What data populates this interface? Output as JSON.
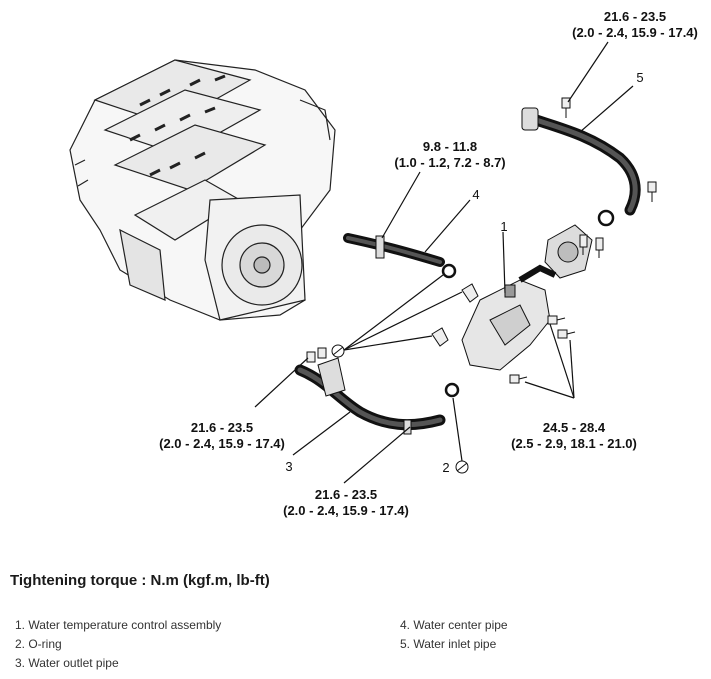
{
  "torque_labels": {
    "top_right": {
      "line1": "21.6 - 23.5",
      "line2": "(2.0 - 2.4, 15.9 - 17.4)"
    },
    "center_pipe": {
      "line1": "9.8 - 11.8",
      "line2": "(1.0 - 1.2, 7.2 - 8.7)"
    },
    "outlet_left": {
      "line1": "21.6 - 23.5",
      "line2": "(2.0 - 2.4, 15.9 - 17.4)"
    },
    "outlet_bottom": {
      "line1": "21.6 - 23.5",
      "line2": "(2.0 - 2.4, 15.9 - 17.4)"
    },
    "thermostat": {
      "line1": "24.5 - 28.4",
      "line2": "(2.5 - 2.9, 18.1 - 21.0)"
    }
  },
  "callouts": [
    "1",
    "2",
    "3",
    "4",
    "5"
  ],
  "heading": "Tightening torque : N.m (kgf.m, lb-ft)",
  "legend": {
    "left": [
      "1. Water temperature control assembly",
      "2. O-ring",
      "3. Water outlet pipe"
    ],
    "right": [
      "4. Water center pipe",
      "5. Water inlet pipe"
    ]
  }
}
